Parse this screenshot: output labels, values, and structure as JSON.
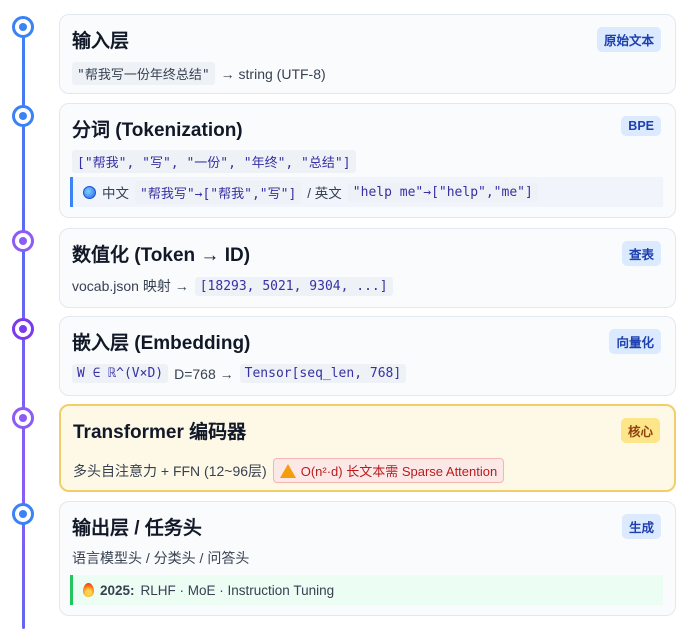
{
  "layers": [
    {
      "title": "输入层",
      "badge": "原始文本",
      "code1": "\"帮我写一份年终总结\"",
      "text1": "→ string (UTF-8)"
    },
    {
      "title": "分词 (Tokenization)",
      "badge": "BPE",
      "code1": "[\"帮我\", \"写\", \"一份\", \"年终\", \"总结\"]",
      "note": {
        "icon": "globe-icon",
        "label_zh": "中文",
        "code_zh": "\"帮我写\"→[\"帮我\",\"写\"]",
        "label_en": "/ 英文",
        "code_en": "\"help me\"→[\"help\",\"me\"]"
      }
    },
    {
      "title": "数值化 (Token → ID)",
      "badge": "查表",
      "text1": "vocab.json 映射 →",
      "code1": "[18293, 5021, 9304, ...]"
    },
    {
      "title": "嵌入层 (Embedding)",
      "badge": "向量化",
      "code1": "W ∈ ℝ^(V×D)",
      "text1": "D=768 →",
      "code2": "Tensor[seq_len, 768]"
    },
    {
      "title": "Transformer 编码器",
      "badge": "核心",
      "text1": "多头自注意力 + FFN (12~96层)",
      "warning": "O(n²·d) 长文本需 Sparse Attention"
    },
    {
      "title": "输出层 / 任务头",
      "badge": "生成",
      "text1": "语言模型头 / 分类头 / 问答头",
      "note": {
        "icon": "fire-icon",
        "year": "2025:",
        "text": "RLHF · MoE · Instruction Tuning"
      }
    }
  ],
  "colors": {
    "node_blue": "#3b82f6",
    "node_purple": "#8b5cf6",
    "core_bg": "#fef9e7",
    "core_border": "#f0cf6a",
    "badge_blue_bg": "#dbeafe",
    "warning_red": "#b91c1c"
  }
}
